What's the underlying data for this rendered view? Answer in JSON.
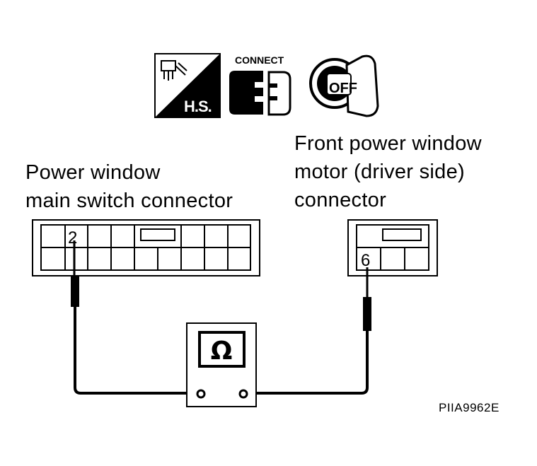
{
  "icons": {
    "hs_label": "H.S.",
    "connect_label": "CONNECT",
    "off_label": "OFF",
    "hs_icon": "harness-side-icon",
    "connect_icon": "connector-disconnect-icon",
    "ignition_icon": "ignition-key-off-icon"
  },
  "left_connector": {
    "label_lines": [
      "Power window",
      "main switch connector"
    ],
    "terminal": "2"
  },
  "right_connector": {
    "label_lines": [
      "Front power window",
      "motor (driver side)",
      "connector"
    ],
    "terminal": "6"
  },
  "meter": {
    "symbol": "Ω"
  },
  "figure_code": "PIIA9962E"
}
